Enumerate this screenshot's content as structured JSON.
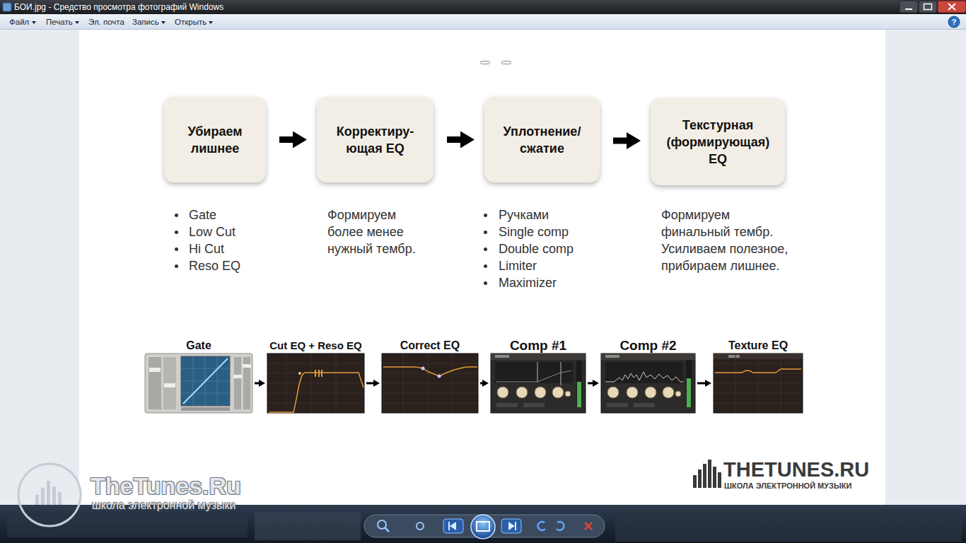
{
  "diagram": {
    "nodes": [
      {
        "text": [
          "Убираем лишнее"
        ]
      },
      {
        "text": [
          "Корректиру- ющая EQ"
        ]
      },
      {
        "text": [
          "Уплотнение/ сжатие"
        ]
      },
      {
        "text": [
          "Текстурная (формирующая) EQ"
        ]
      },
      {
        "text": [
          "Gate"
        ]
      },
      {
        "text": [
          "Cut EQ + Reso EQ"
        ]
      },
      {
        "text": [
          "Correct EQ"
        ]
      },
      {
        "text": [
          "Comp #1"
        ]
      },
      {
        "text": [
          "Comp #2"
        ]
      },
      {
        "text": [
          "Texture EQ"
        ]
      }
    ],
    "edges": [
      {
        "from": 0,
        "to": 1,
        "arrow": "to"
      },
      {
        "from": 1,
        "to": 2,
        "arrow": "to"
      },
      {
        "from": 2,
        "to": 3,
        "arrow": "to"
      },
      {
        "from": 4,
        "to": 5,
        "arrow": "to"
      },
      {
        "from": 5,
        "to": 6,
        "arrow": "to"
      },
      {
        "from": 6,
        "to": 7,
        "arrow": "to"
      },
      {
        "from": 7,
        "to": 8,
        "arrow": "to"
      },
      {
        "from": 8,
        "to": 9,
        "arrow": "to"
      }
    ],
    "labels": [
      "БОИ.jpg - Средство просмотра фотографий Windows",
      "Файл",
      "Печать",
      "Эл. почта",
      "Запись",
      "Открыть",
      "Gate",
      "Low Cut",
      "Hi Cut",
      "Reso EQ",
      "Формируем более менее нужный тембр.",
      "Ручками",
      "Single comp",
      "Double comp",
      "Limiter",
      "Maximizer",
      "Формируем финальный тембр. Усиливаем полезное, прибираем лишнее.",
      "THETUNES.RU",
      "ШКОЛА ЭЛЕКТРОННОЙ МУЗЫКИ",
      "TheTunes.Ru",
      "школа электронной музыки",
      "?"
    ]
  }
}
